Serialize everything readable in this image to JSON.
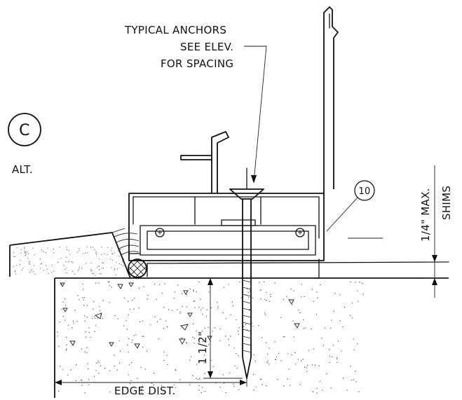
{
  "detail": {
    "callout_letter": "C",
    "callout_sub": "ALT.",
    "anchor_note": [
      "TYPICAL ANCHORS",
      "SEE ELEV.",
      "FOR SPACING"
    ],
    "tag_number": "10",
    "shim_note": [
      "1/4\" MAX.",
      "SHIMS"
    ],
    "embed_dim": "1 1/2\"",
    "edge_dim": "EDGE DIST."
  }
}
